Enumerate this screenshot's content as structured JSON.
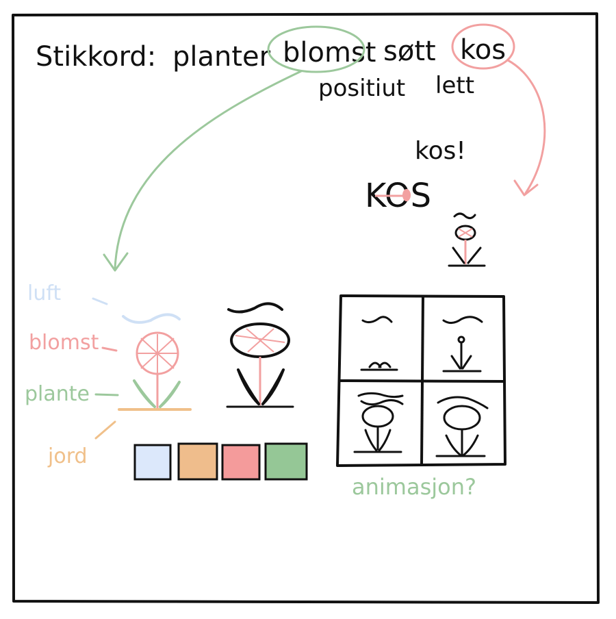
{
  "colors": {
    "ink": "#111111",
    "green": "#9cc89c",
    "pink": "#f2a0a0",
    "blue": "#cfe0f5",
    "orange": "#f0c08a",
    "swatch_blue": "#dce8fb",
    "swatch_orange": "#efbd8c",
    "swatch_pink": "#f49b9b",
    "swatch_green": "#95c796"
  },
  "header": {
    "prefix": "Stikkord:",
    "words": [
      "planter",
      "blomst",
      "søtt",
      "kos"
    ],
    "line2": [
      "positiut",
      "lett"
    ]
  },
  "kos": {
    "small": "kos!",
    "big": "KOS"
  },
  "legend": {
    "luft": "luft",
    "blomst": "blomst",
    "plante": "plante",
    "jord": "jord"
  },
  "animation_caption": "animasjon?"
}
